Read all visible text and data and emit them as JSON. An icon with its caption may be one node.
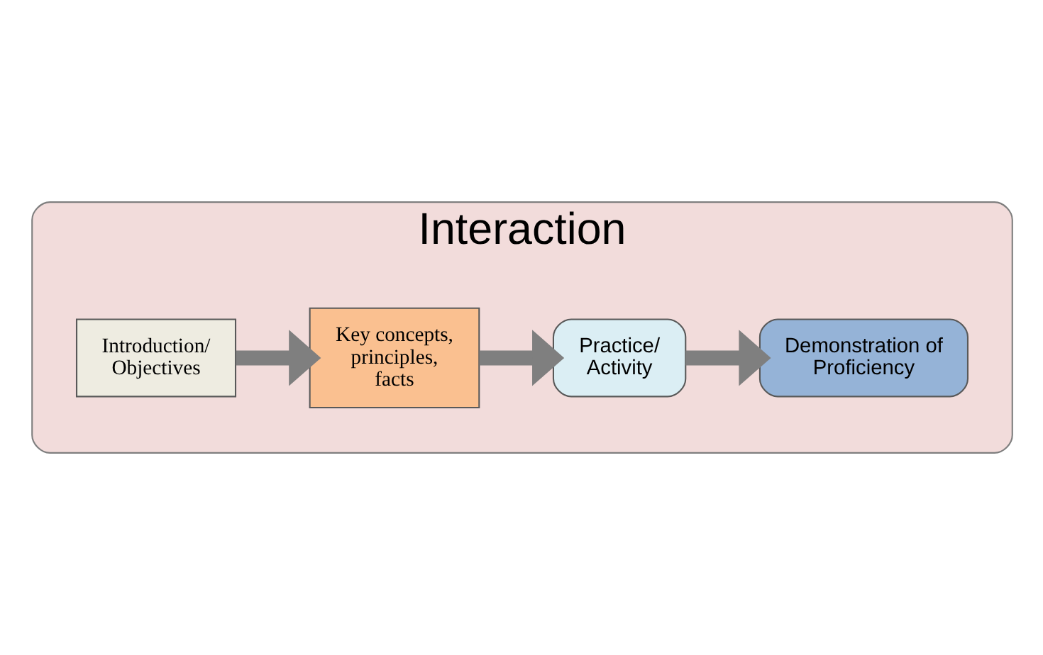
{
  "diagram": {
    "nodes": [
      {
        "text": [
          "Interaction"
        ]
      },
      {
        "text": [
          "Practice/ Activity"
        ],
        "in": 0
      },
      {
        "text": [
          "Key concepts, principles, facts"
        ],
        "in": 0
      },
      {
        "text": [
          "Demonstration of Proficiency"
        ],
        "in": 0
      },
      {
        "text": [
          "Introduction/ Objectives"
        ],
        "in": 0
      }
    ],
    "edges": [
      {
        "from": 4,
        "to": 2,
        "arrow": "to"
      },
      {
        "from": 2,
        "to": 1,
        "arrow": "to"
      },
      {
        "from": 1,
        "to": 3,
        "arrow": "to"
      }
    ]
  }
}
